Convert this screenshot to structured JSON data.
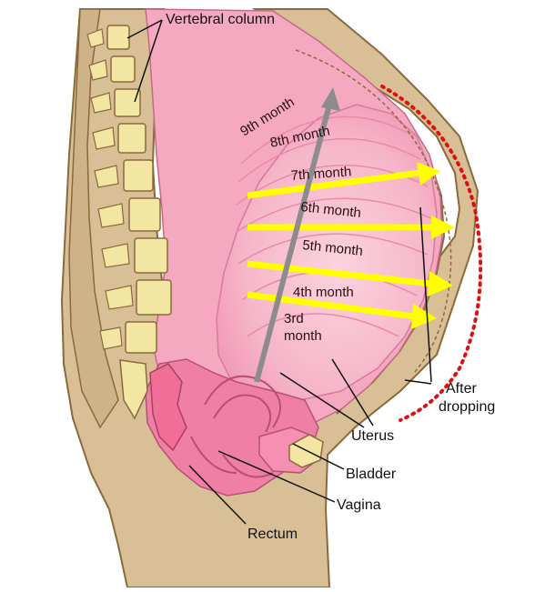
{
  "labels": {
    "vertebral_column": "Vertebral column",
    "uterus": "Uterus",
    "bladder": "Bladder",
    "vagina": "Vagina",
    "rectum": "Rectum",
    "after_dropping_line1": "After",
    "after_dropping_line2": "dropping"
  },
  "months": {
    "m9": "9th month",
    "m8": "8th month",
    "m7": "7th month",
    "m6": "6th month",
    "m5": "5th month",
    "m4": "4th month",
    "m3_line1": "3rd",
    "m3_line2": "month"
  },
  "colors": {
    "skin": "#d8bf96",
    "outline": "#8a6a3c",
    "uterus_pink": "#f7bfd0",
    "deep_pink": "#f07fa6",
    "vertebra": "#f2e6a2",
    "arrow_yellow": "#ffff00",
    "arrow_gray": "#8c8c8c",
    "dotted_red": "#e01010"
  }
}
